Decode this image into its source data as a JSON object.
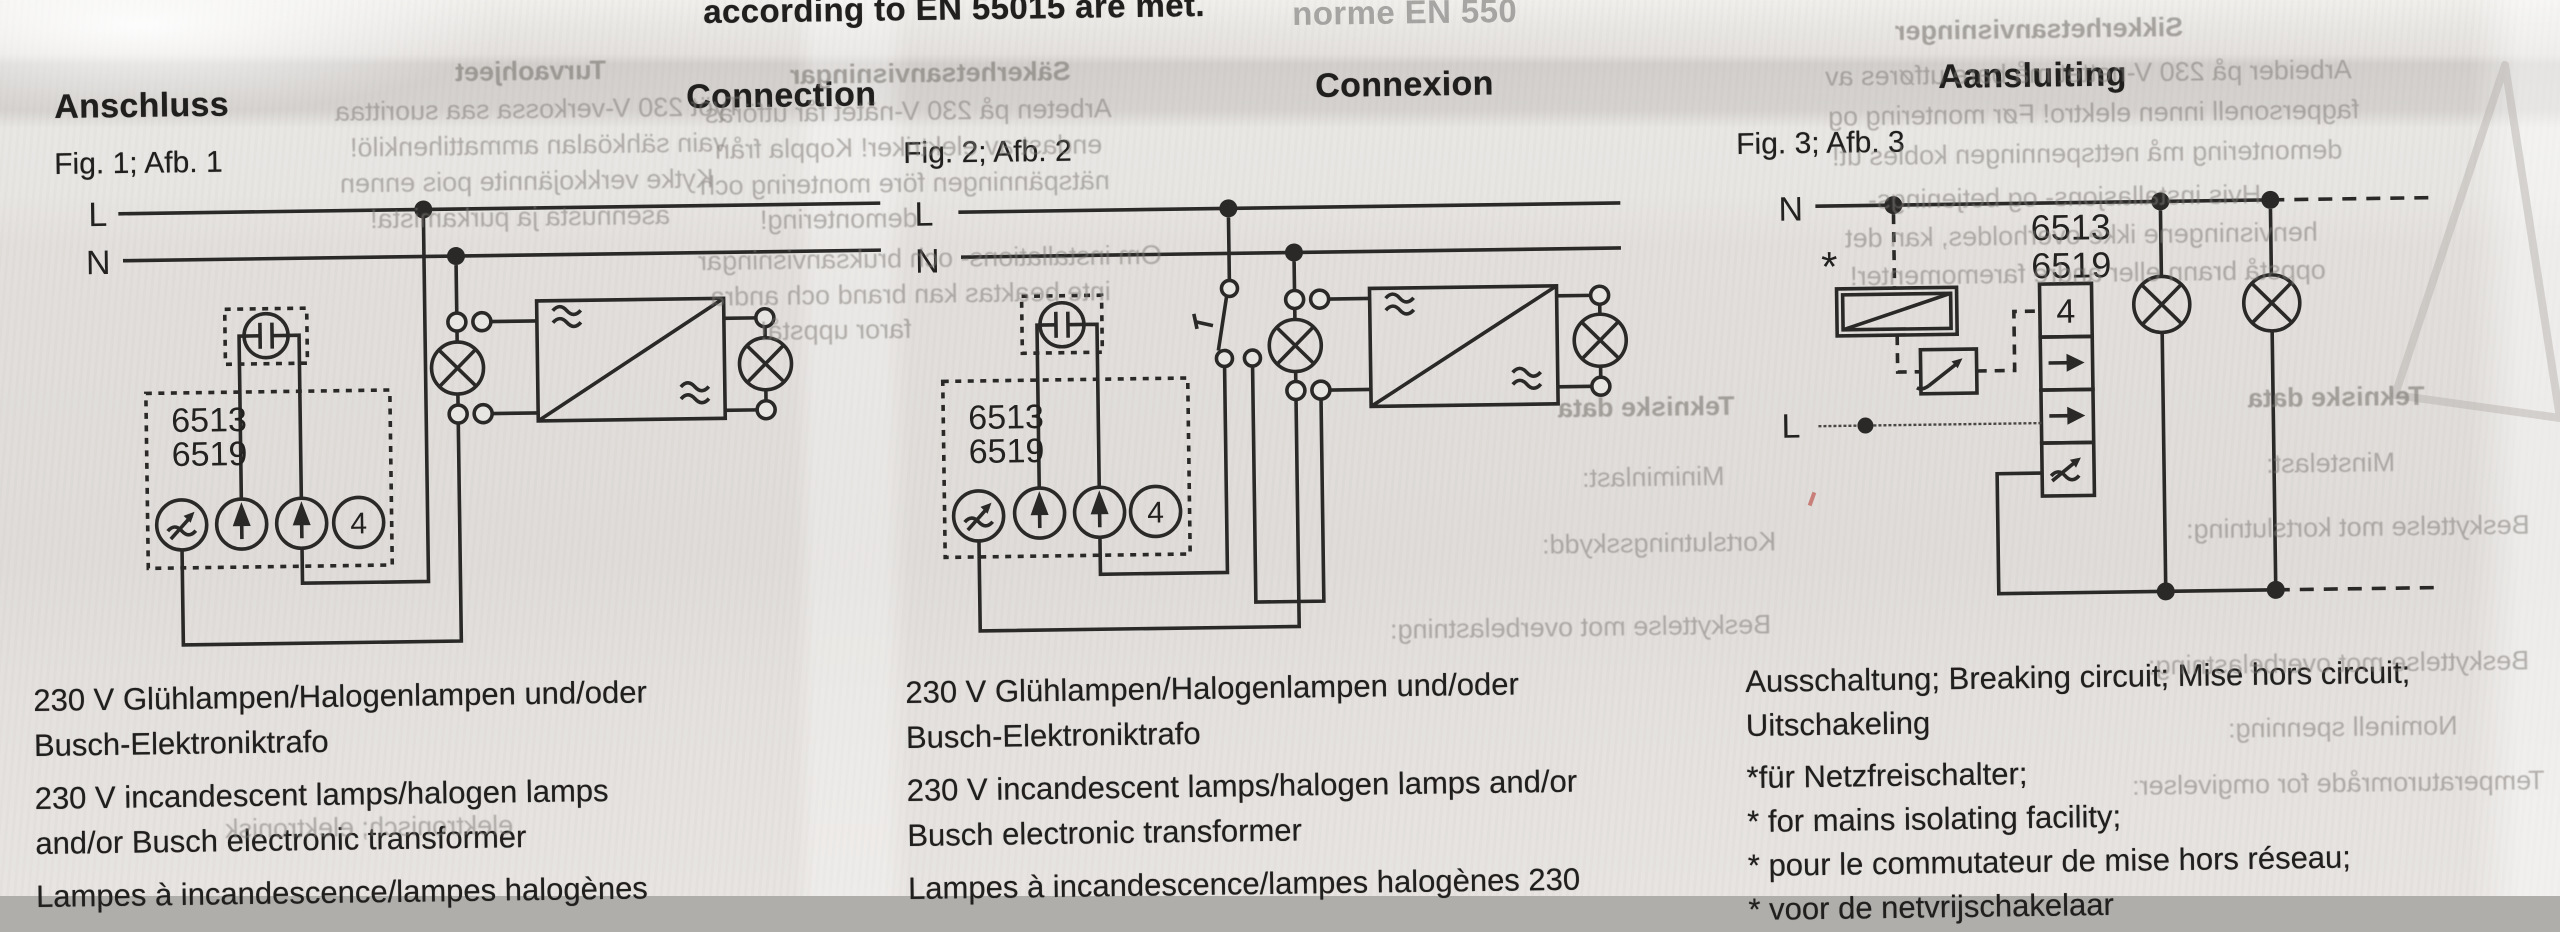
{
  "page": {
    "top_note": "according to EN 55015 are met.",
    "top_note_faded": "norme EN 550"
  },
  "headers": {
    "de": "Anschluss",
    "en": "Connection",
    "fr": "Connexion",
    "nl": "Aansluiting"
  },
  "figures": [
    {
      "caption": "Fig. 1; Afb. 1",
      "line_label": "L",
      "neutral_label": "N",
      "device_labels": [
        "6513",
        "6519"
      ],
      "unit_label": "4"
    },
    {
      "caption": "Fig. 2; Afb. 2",
      "line_label": "L",
      "neutral_label": "N",
      "device_labels": [
        "6513",
        "6519"
      ],
      "unit_label": "4"
    },
    {
      "caption": "Fig. 3; Afb. 3",
      "line_label": "L",
      "neutral_label": "N",
      "device_labels": [
        "6513",
        "6519"
      ],
      "unit_label": "4",
      "isolator_mark": "*"
    }
  ],
  "bottom": {
    "left_lines": [
      "230 V Glühlampen/Halogenlampen und/oder",
      "Busch-Elektroniktrafo",
      "230 V incandescent lamps/halogen lamps",
      "and/or Busch electronic transformer",
      "Lampes à incandescence/lampes halogènes"
    ],
    "middle_lines": [
      "230 V Glühlampen/Halogenlampen und/oder",
      "Busch-Elektroniktrafo",
      "230 V incandescent lamps/halogen lamps and/or",
      "Busch electronic transformer",
      "Lampes à incandescence/lampes halogènes 230"
    ],
    "right_lines": [
      "Ausschaltung; Breaking circuit; Mise hors circuit;",
      "Uitschakeling",
      "*für Netzfreischalter;",
      "* for mains isolating facility;",
      "* pour le commutateur de mise hors réseau;",
      "* voor de netvrijschakelaar"
    ]
  },
  "bleedthrough": [
    "Turvaohjeet",
    "Työt 230 V-verkossa saa suorittaa",
    "vain sähköalan ammattihenkilö!",
    "Kytke verkkojännite pois ennen",
    "asennusta ja purkamista!",
    "Säkerhetsanvisningar",
    "Arbeten på 230 V-nätet får utföras",
    "endast av elektriker! Koppla från",
    "nätspänningen före montering och",
    "demontering!",
    "Om installations- och bruksanvisningar",
    "inte beaktas kan brand och andra",
    "faror uppstå!",
    "Sikkerhetsanvisninger",
    "Arbeider på 230 V-nettet må bare utføres av",
    "fagpersonell innen elektro! Før montering og",
    "demontering må nettspenningen kobles ut!",
    "Hvis installasjons- og betjenings-",
    "henvisningene ikke overholdes, kan det",
    "oppstå brann eller andre faremomenter!",
    "Tekniske data",
    "Miniminlast:",
    "Kortslutningsskydd:",
    "Beskyttelse mot overbelastning:",
    "Tekniske data",
    "Minstelast:",
    "Beskyttelse mot kortslutning:",
    "Beskyttelse mot overbelastning:",
    "Nominell spenning:",
    "Temperaturområde for omgivelser:",
    "elektronisch; elektronisk"
  ]
}
